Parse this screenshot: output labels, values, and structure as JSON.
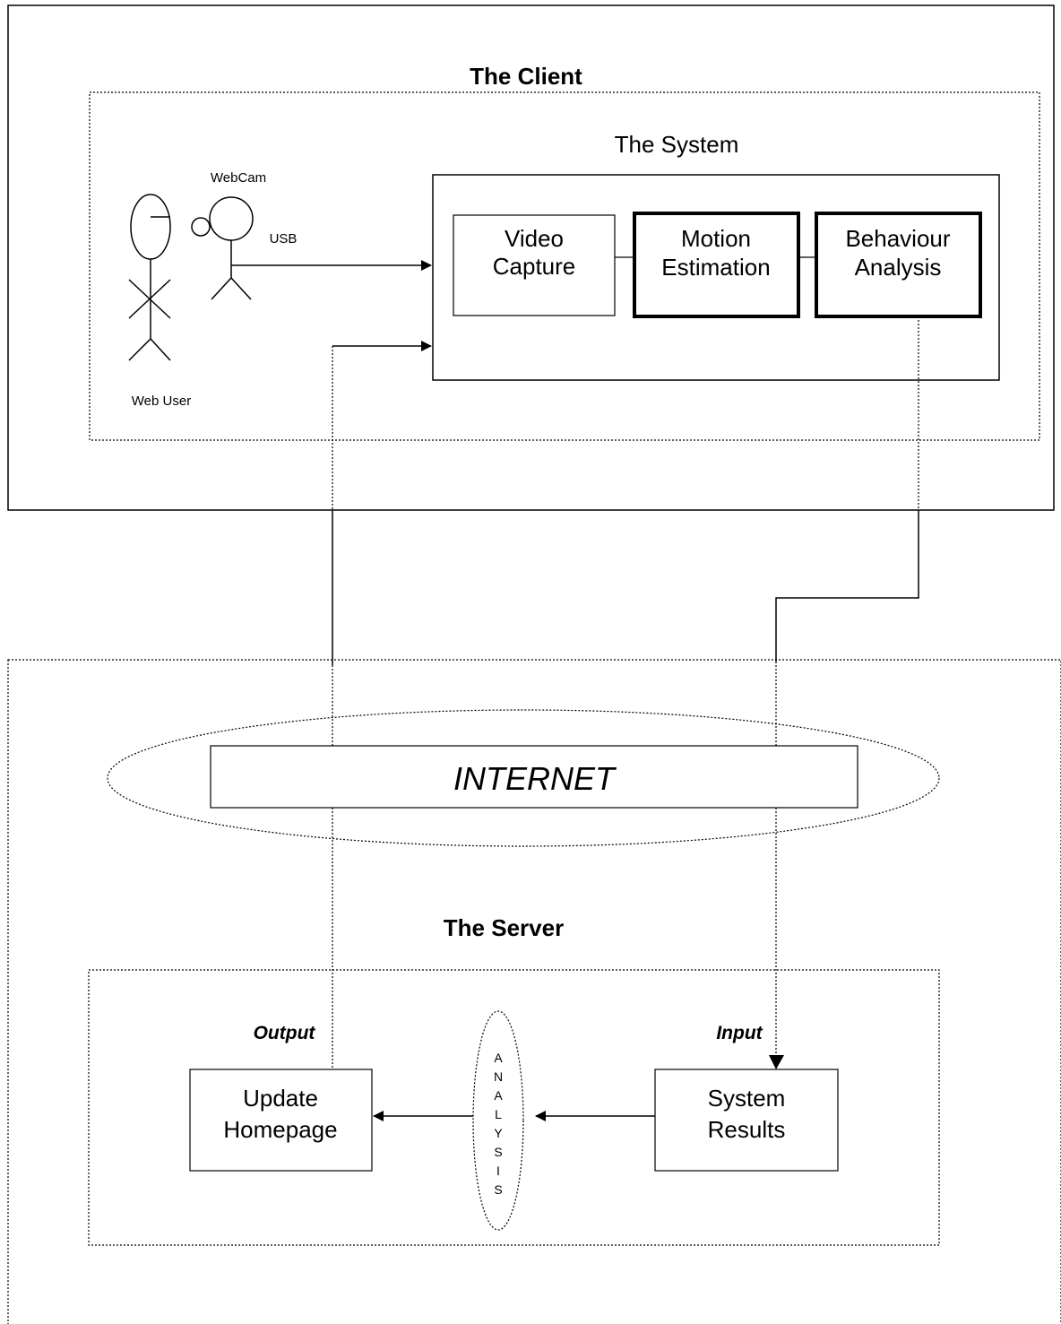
{
  "client": {
    "title": "The Client",
    "system_title": "The System",
    "webcam_label": "WebCam",
    "usb_label": "USB",
    "web_user_label": "Web User",
    "modules": {
      "video_capture": [
        "Video",
        "Capture"
      ],
      "motion_estimation": [
        "Motion",
        "Estimation"
      ],
      "behaviour_analysis": [
        "Behaviour",
        "Analysis"
      ]
    }
  },
  "network": {
    "label": "INTERNET"
  },
  "server": {
    "title": "The Server",
    "output_label": "Output",
    "input_label": "Input",
    "update_homepage": [
      "Update",
      "Homepage"
    ],
    "system_results": [
      "System",
      "Results"
    ],
    "analysis_letters": [
      "A",
      "N",
      "A",
      "L",
      "Y",
      "S",
      "I",
      "S"
    ]
  }
}
